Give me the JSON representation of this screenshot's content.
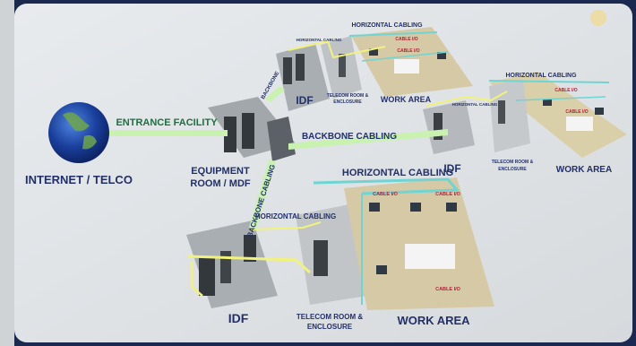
{
  "colors": {
    "frame": "#1b2950",
    "canvas": "#dfe3e6",
    "cable_green": "#c9f2b0",
    "cable_yellow": "#f1f27a",
    "cable_teal": "#6fd4d2",
    "label_navy": "#22306a",
    "label_green": "#1f6e3f",
    "label_red": "#b0213a",
    "globe": "#1a3f9c"
  },
  "diagram": {
    "internet": "INTERNET / TELCO",
    "entrance": "ENTRANCE FACILITY",
    "equipment_room_line1": "EQUIPMENT",
    "equipment_room_line2": "ROOM / MDF",
    "backbone_main": "BACKBONE CABLING",
    "backbone_vertical": "BACKBONE CABLING",
    "backbone_short": "BACKBONE",
    "idf_top": "IDF",
    "idf_right": "IDF",
    "idf_bottom": "IDF",
    "hc_top": "HORIZONTAL CABLING",
    "hc_top_small": "HORIZONTAL CABLING",
    "hc_right_top": "HORIZONTAL CABLING",
    "hc_right_small": "HORIZONTAL CABLING",
    "hc_bottom_big": "HORIZONTAL CABLING",
    "hc_bottom_small": "HORIZONTAL CABLING",
    "telecom_top_line1": "TELECOM ROOM &",
    "telecom_top_line2": "ENCLOSURE",
    "telecom_right_line1": "TELECOM ROOM &",
    "telecom_right_line2": "ENCLOSURE",
    "telecom_bottom_line1": "TELECOM ROOM &",
    "telecom_bottom_line2": "ENCLOSURE",
    "work_area_top": "WORK AREA",
    "work_area_right": "WORK AREA",
    "work_area_bottom": "WORK AREA",
    "cable_io": "CABLE I/O"
  }
}
